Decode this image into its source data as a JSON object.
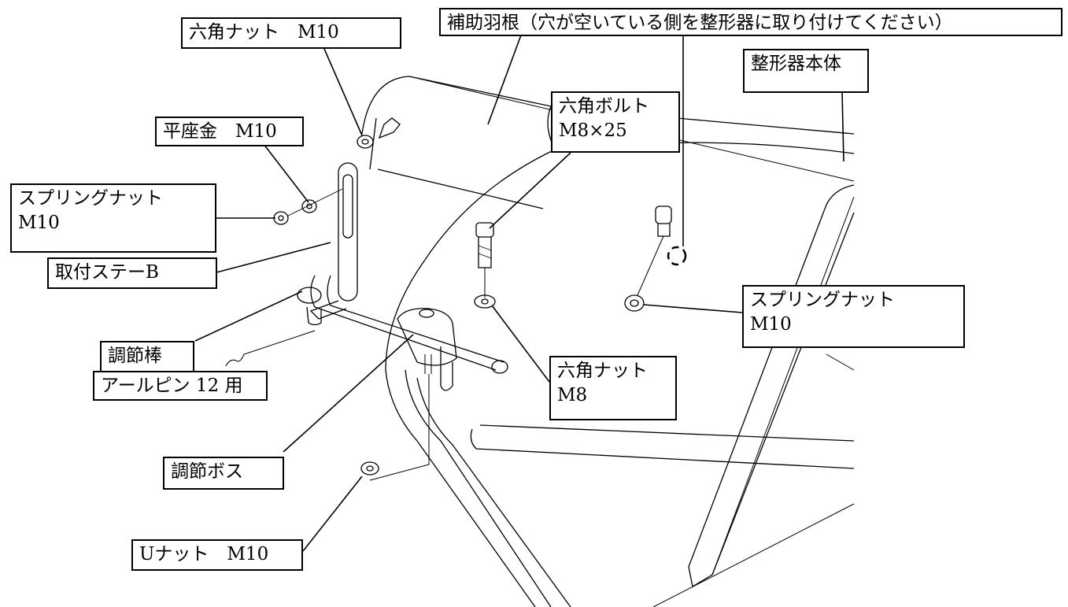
{
  "labels": {
    "hex_nut_m10_top": "六角ナット　M10",
    "aux_vane": "補助羽根（穴が空いている側を整形器に取り付けてください）",
    "shaper_body": "整形器本体",
    "flat_washer": "平座金　M10",
    "hex_bolt_1": "六角ボルト",
    "hex_bolt_2": "M8×25",
    "spring_nut_left_1": "スプリングナット",
    "spring_nut_left_2": "M10",
    "stay_b": "取付ステーB",
    "spring_nut_right_1": "スプリングナット",
    "spring_nut_right_2": "M10",
    "adjust_rod": "調節棒",
    "hex_nut_m8_1": "六角ナット",
    "hex_nut_m8_2": "M8",
    "r_pin": "アールピン 12 用",
    "adjust_boss": "調節ボス",
    "u_nut": "Uナット　M10"
  }
}
